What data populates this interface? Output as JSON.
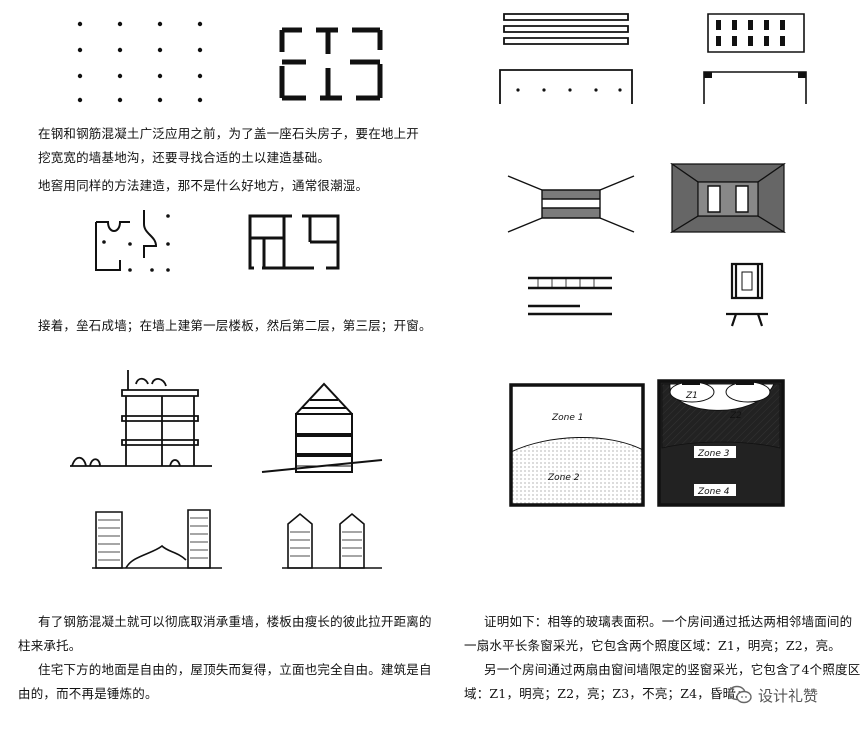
{
  "left_column": {
    "paragraph_1": "在钢和钢筋混凝土广泛应用之前，为了盖一座石头房子，要在地上开挖宽宽的墙基地沟，还要寻找合适的土以建造基础。",
    "paragraph_2": "地窖用同样的方法建造，那不是什么好地方，通常很潮湿。",
    "paragraph_3": "接着，垒石成墙；在墙上建第一层楼板，然后第二层，第三层；开窗。",
    "paragraph_4": "有了钢筋混凝土就可以彻底取消承重墙，楼板由瘦长的彼此拉开距离的柱来承托。",
    "paragraph_5": "住宅下方的地面是自由的，屋顶失而复得，立面也完全自由。建筑是自由的，而不再是锤炼的。"
  },
  "right_column": {
    "paragraph_1": "证明如下：相等的玻璃表面积。一个房间通过抵达两相邻墙面间的一扇水平长条窗采光，它包含两个照度区域：Z1，明亮；Z2，亮。",
    "paragraph_2": "另一个房间通过两扇由窗间墙限定的竖窗采光，它包含了4个照度区域：Z1，明亮；Z2，亮；Z3，不亮；Z4，昏暗。"
  },
  "zone_labels": {
    "left_zone_1": "Zone 1",
    "left_zone_2": "Zone 2",
    "right_z1": "Z1",
    "right_z2": "Z2",
    "right_zone_3": "Zone 3",
    "right_zone_4": "Zone 4"
  },
  "watermark": {
    "icon": "wechat-icon",
    "text": "设计礼赞"
  }
}
